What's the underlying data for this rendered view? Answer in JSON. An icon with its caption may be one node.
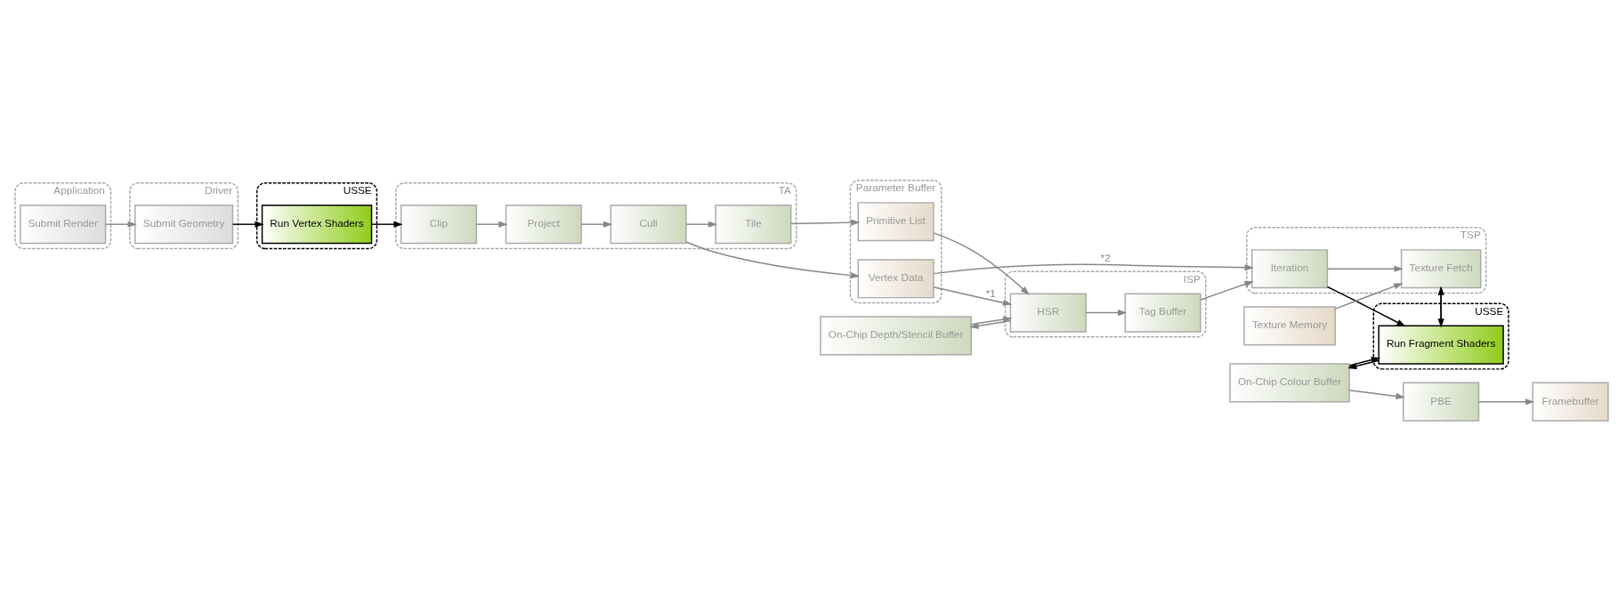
{
  "diagram": {
    "nodes": [
      {
        "text": [
          "Application"
        ]
      },
      {
        "text": [
          "Submit Render"
        ],
        "in": 0
      },
      {
        "text": [
          "Driver"
        ]
      },
      {
        "text": [
          "Submit Geometry"
        ],
        "in": 2
      },
      {
        "text": [
          "USSE"
        ]
      },
      {
        "text": [
          "Run Vertex Shaders"
        ],
        "in": 4
      },
      {
        "text": [
          "TA"
        ]
      },
      {
        "text": [
          "Tile"
        ],
        "in": 6
      },
      {
        "text": [
          "Cull"
        ],
        "in": 6
      },
      {
        "text": [
          "Project"
        ],
        "in": 6
      },
      {
        "text": [
          "Clip"
        ],
        "in": 6
      },
      {
        "text": [
          "Parameter Buffer"
        ]
      },
      {
        "text": [
          "Primitive List"
        ],
        "in": 11
      },
      {
        "text": [
          "Vertex Data"
        ],
        "in": 11
      },
      {
        "text": [
          "On-Chip Depth/Stencil Buffer"
        ]
      },
      {
        "text": [
          "ISP"
        ]
      },
      {
        "text": [
          "HSR"
        ],
        "in": 15
      },
      {
        "text": [
          "Tag Buffer"
        ],
        "in": 15
      },
      {
        "text": [
          "USSE"
        ]
      },
      {
        "text": [
          "Run Fragment Shaders"
        ],
        "in": 18
      },
      {
        "text": [
          "TSP"
        ]
      },
      {
        "text": [
          "Texture Fetch"
        ],
        "in": 20
      },
      {
        "text": [
          "Iteration"
        ],
        "in": 20
      },
      {
        "text": [
          "On-Chip Colour Buffer"
        ]
      },
      {
        "text": [
          "PBE"
        ]
      },
      {
        "text": [
          "Framebuffer"
        ]
      },
      {
        "text": [
          "Texture Memory"
        ]
      }
    ],
    "edges": [
      {
        "from": 1,
        "to": 3,
        "arrow": "to"
      },
      {
        "from": 3,
        "to": 5,
        "arrow": "to",
        "color": "#000000"
      },
      {
        "from": 5,
        "to": 10,
        "arrow": "to",
        "color": "#000000"
      },
      {
        "from": 10,
        "to": 9,
        "arrow": "to"
      },
      {
        "from": 9,
        "to": 8,
        "arrow": "to"
      },
      {
        "from": 8,
        "to": 7,
        "arrow": "to"
      },
      {
        "from": 7,
        "to": 12,
        "arrow": "to"
      },
      {
        "from": 8,
        "to": 13,
        "arrow": "to"
      },
      {
        "from": 12,
        "to": 16,
        "arrow": "to"
      },
      {
        "from": 13,
        "to": 16,
        "arrow": "to",
        "label": "*1"
      },
      {
        "from": 16,
        "to": 14,
        "arrow": "to"
      },
      {
        "from": 14,
        "to": 16,
        "arrow": "to"
      },
      {
        "from": 16,
        "to": 17,
        "arrow": "to"
      },
      {
        "from": 17,
        "to": 22,
        "arrow": "to"
      },
      {
        "from": 13,
        "to": 22,
        "arrow": "to",
        "label": "*2"
      },
      {
        "from": 22,
        "to": 21,
        "arrow": "to"
      },
      {
        "from": 26,
        "to": 21,
        "arrow": "to"
      },
      {
        "from": 21,
        "to": 19,
        "arrow": "to",
        "color": "#000000"
      },
      {
        "from": 19,
        "to": 21,
        "arrow": "to",
        "color": "#000000"
      },
      {
        "from": 22,
        "to": 19,
        "arrow": "to",
        "color": "#000000"
      },
      {
        "from": 19,
        "to": 23,
        "arrow": "to",
        "color": "#000000"
      },
      {
        "from": 23,
        "to": 19,
        "arrow": "to",
        "color": "#000000"
      },
      {
        "from": 23,
        "to": 24,
        "arrow": "to"
      },
      {
        "from": 24,
        "to": 25,
        "arrow": "to"
      }
    ]
  }
}
